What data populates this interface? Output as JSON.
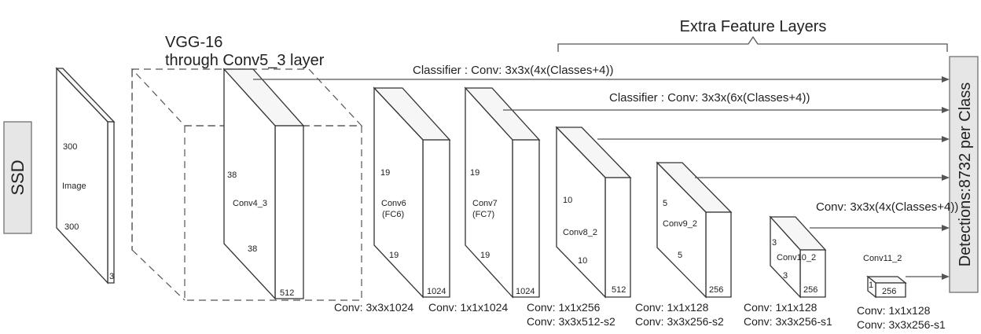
{
  "model_label": "SSD",
  "vgg_label_1": "VGG-16",
  "vgg_label_2": "through Conv5_3 layer",
  "extra_layers_label": "Extra Feature Layers",
  "detections_label": "Detections:8732  per Class",
  "classifier_labels": {
    "c1": "Classifier : Conv: 3x3x(4x(Classes+4))",
    "c2": "Classifier : Conv: 3x3x(6x(Classes+4))",
    "c3": "Conv: 3x3x(4x(Classes+4))"
  },
  "layers": {
    "image": {
      "name": "Image",
      "h": "300",
      "w": "300",
      "d": "3"
    },
    "conv4_3": {
      "name": "Conv4_3",
      "h": "38",
      "w": "38",
      "d": "512"
    },
    "conv6": {
      "name1": "Conv6",
      "name2": "(FC6)",
      "h": "19",
      "w": "19",
      "d": "1024",
      "op1": "Conv: 3x3x1024"
    },
    "conv7": {
      "name1": "Conv7",
      "name2": "(FC7)",
      "h": "19",
      "w": "19",
      "d": "1024",
      "op1": "Conv: 1x1x1024"
    },
    "conv8_2": {
      "name": "Conv8_2",
      "h": "10",
      "w": "10",
      "d": "512",
      "op1": "Conv: 1x1x256",
      "op2": "Conv:  3x3x512-s2"
    },
    "conv9_2": {
      "name": "Conv9_2",
      "h": "5",
      "w": "5",
      "d": "256",
      "op1": "Conv: 1x1x128",
      "op2": "Conv: 3x3x256-s2"
    },
    "conv10_2": {
      "name": "Conv10_2",
      "h": "3",
      "w": "3",
      "d": "256",
      "op1": "Conv: 1x1x128",
      "op2": "Conv: 3x3x256-s1"
    },
    "conv11_2": {
      "name": "Conv11_2",
      "h": "1",
      "d": "256",
      "op1": "Conv: 1x1x128",
      "op2": "Conv: 3x3x256-s1"
    }
  }
}
